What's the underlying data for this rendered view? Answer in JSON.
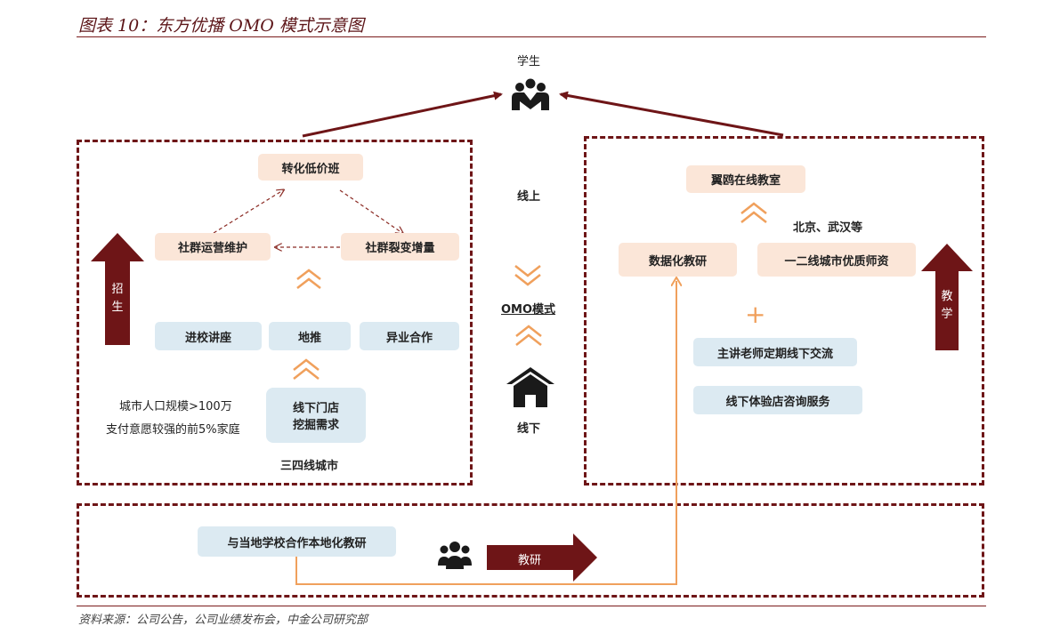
{
  "title": "图表 10：东方优播 OMO 模式示意图",
  "source": "资料来源：公司公告，公司业绩发布会，中金公司研究部",
  "center": {
    "student": "学生",
    "online": "线上",
    "omo": "OMO模式",
    "offline": "线下"
  },
  "left": {
    "low_price": "转化低价班",
    "community_ops": "社群运营维护",
    "community_growth": "社群裂变增量",
    "enroll_arrow": "招生",
    "campus_talk": "进校讲座",
    "ground_push": "地推",
    "cross_industry": "异业合作",
    "store_line1": "线下门店",
    "store_line2": "挖掘需求",
    "condition1": "城市人口规模>100万",
    "condition2": "支付意愿较强的前5%家庭",
    "cities": "三四线城市"
  },
  "right": {
    "classroom": "翼鸥在线教室",
    "cities_note": "北京、武汉等",
    "digital_research": "数据化教研",
    "teachers": "一二线城市优质师资",
    "plus": "+",
    "teach_arrow": "教学",
    "lecturer_exchange": "主讲老师定期线下交流",
    "store_service": "线下体验店咨询服务"
  },
  "bottom": {
    "local_research": "与当地学校合作本地化教研",
    "teach_research_arrow": "教研"
  },
  "colors": {
    "dark_red": "#6e1517",
    "orange": "#f0a05c",
    "peach": "#fbe6d8",
    "blue": "#dceaf2"
  }
}
